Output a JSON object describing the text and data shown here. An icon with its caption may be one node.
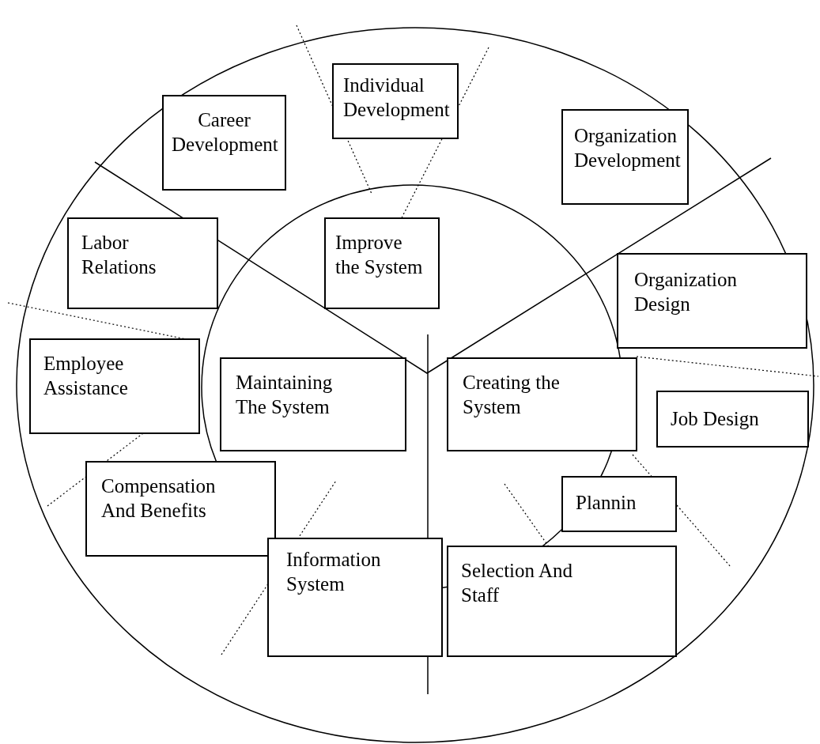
{
  "diagram": {
    "nodes": [
      {
        "text": [
          "Individual Development"
        ]
      },
      {
        "text": [
          "Career Development"
        ]
      },
      {
        "text": [
          "Organization Development"
        ]
      },
      {
        "text": [
          "Labor Relations"
        ]
      },
      {
        "text": [
          "Improve the System"
        ]
      },
      {
        "text": [
          "Organization Design"
        ]
      },
      {
        "text": [
          "Employee Assistance"
        ]
      },
      {
        "text": [
          "Maintaining The System"
        ]
      },
      {
        "text": [
          "Creating the System"
        ]
      },
      {
        "text": [
          "Job Design"
        ]
      },
      {
        "text": [
          "Compensation And Benefits"
        ]
      },
      {
        "text": [
          "Plannin"
        ]
      },
      {
        "text": [
          "Information System"
        ]
      },
      {
        "text": [
          "Selection And Staff"
        ]
      }
    ]
  }
}
